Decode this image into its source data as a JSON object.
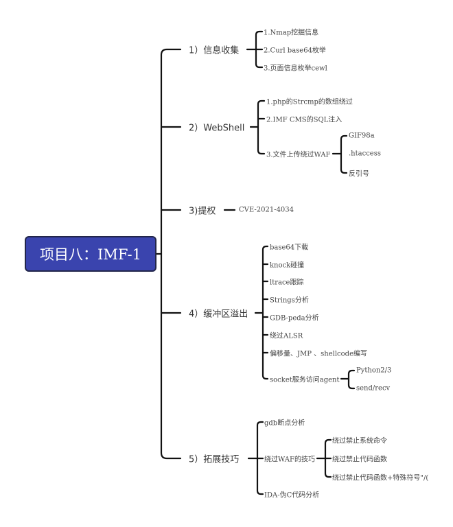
{
  "root": {
    "label": "项目八：IMF-1",
    "color": "#3a44ae"
  },
  "branches": [
    {
      "label": "1）信息收集",
      "children": [
        {
          "label": "1.Nmap挖掘信息"
        },
        {
          "label": "2.Curl base64枚举"
        },
        {
          "label": "3.页面信息枚举cewl"
        }
      ]
    },
    {
      "label": "2）WebShell",
      "children": [
        {
          "label": "1.php的Strcmp的数组绕过"
        },
        {
          "label": "2.IMF CMS的SQL注入"
        },
        {
          "label": "3.文件上传绕过WAF",
          "children": [
            {
              "label": "GIF98a"
            },
            {
              "label": ".htaccess"
            },
            {
              "label": "反引号"
            }
          ]
        }
      ]
    },
    {
      "label": "3)提权",
      "children": [
        {
          "label": "CVE-2021-4034"
        }
      ]
    },
    {
      "label": "4）缓冲区溢出",
      "children": [
        {
          "label": "base64下载"
        },
        {
          "label": "knock碰撞"
        },
        {
          "label": "ltrace跟踪"
        },
        {
          "label": "Strings分析"
        },
        {
          "label": "GDB-peda分析"
        },
        {
          "label": "绕过ALSR"
        },
        {
          "label": "偏移量、JMP 、shellcode编写"
        },
        {
          "label": "socket服务访问agent",
          "children": [
            {
              "label": "Python2/3"
            },
            {
              "label": "send/recv"
            }
          ]
        }
      ]
    },
    {
      "label": "5）拓展技巧",
      "children": [
        {
          "label": "gdb断点分析"
        },
        {
          "label": "绕过WAF的技巧",
          "children": [
            {
              "label": "绕过禁止系统命令"
            },
            {
              "label": "绕过禁止代码函数"
            },
            {
              "label": "绕过禁止代码函数+特殊符号\"/("
            }
          ]
        },
        {
          "label": "IDA-伪C代码分析"
        }
      ]
    }
  ]
}
